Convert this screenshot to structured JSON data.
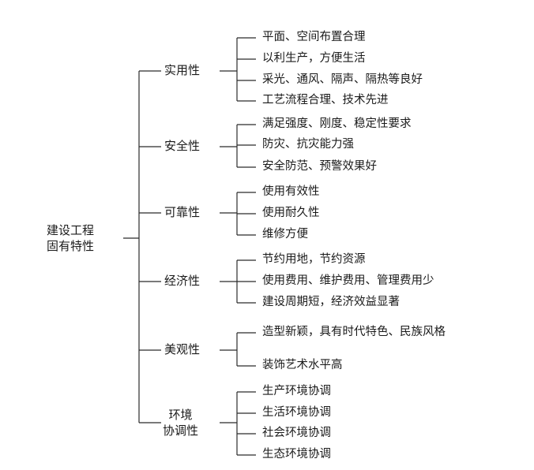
{
  "root": {
    "line1": "建设工程",
    "line2": "固有特性"
  },
  "categories": [
    {
      "label": "实用性",
      "items": [
        "平面、空间布置合理",
        "以利生产，方便生活",
        "采光、通风、隔声、隔热等良好",
        "工艺流程合理、技术先进"
      ]
    },
    {
      "label": "安全性",
      "items": [
        "满足强度、刚度、稳定性要求",
        "防灾、抗灾能力强",
        "安全防范、预警效果好"
      ]
    },
    {
      "label": "可靠性",
      "items": [
        "使用有效性",
        "使用耐久性",
        "维修方便"
      ]
    },
    {
      "label": "经济性",
      "items": [
        "节约用地，节约资源",
        "使用费用、维护费用、管理费用少",
        "建设周期短，经济效益显著"
      ]
    },
    {
      "label": "美观性",
      "items": [
        "造型新颖，具有时代特色、民族风格",
        "装饰艺术水平高"
      ]
    },
    {
      "label": "环境协调性",
      "label_line1": "环境",
      "label_line2": "协调性",
      "items": [
        "生产环境协调",
        "生活环境协调",
        "社会环境协调",
        "生态环境协调"
      ]
    }
  ]
}
